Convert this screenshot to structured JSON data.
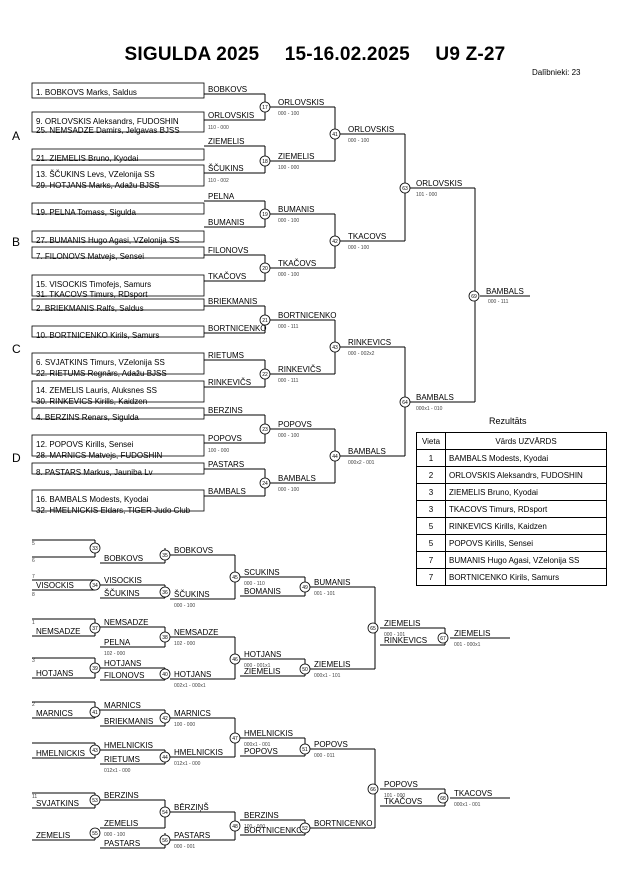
{
  "header": {
    "event": "SIGULDA 2025",
    "dates": "15-16.02.2025",
    "category": "U9 Z-27",
    "participants": "Dalībnieki: 23"
  },
  "groups": [
    "A",
    "B",
    "C",
    "D"
  ],
  "results": {
    "title": "Rezultāts",
    "col_place": "Vieta",
    "col_name": "Vārds UZVĀRDS",
    "rows": [
      [
        "1",
        "BAMBALS Modests, Kyodai"
      ],
      [
        "2",
        "ORLOVSKIS Aleksandrs, FUDOSHIN"
      ],
      [
        "3",
        "ZIEMELIS Bruno, Kyodai"
      ],
      [
        "3",
        "TKACOVS Timurs, RDsport"
      ],
      [
        "5",
        "RINKEVICS Kirills, Kaidzen"
      ],
      [
        "5",
        "POPOVS Kirills, Sensei"
      ],
      [
        "7",
        "BUMANIS Hugo Agasi, VZelonija SS"
      ],
      [
        "7",
        "BORTNICENKO Kirils, Samurs"
      ]
    ]
  }
}
